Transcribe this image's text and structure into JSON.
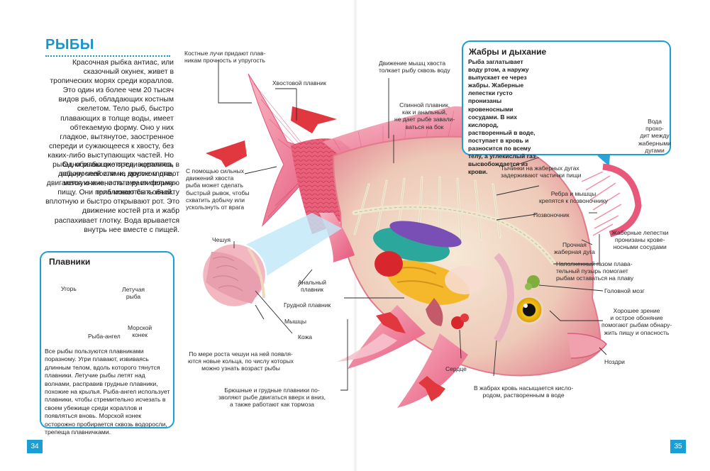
{
  "page": {
    "title": "РЫБЫ",
    "intro_paragraphs": [
      "Красочная рыбка антиас, или сказочный окунек, живет в тропических морях среди кораллов. Это один из более чем 20 тысяч видов рыб, обладающих костным скелетом. Тело рыб, быстро плавающих в толще воды, имеет обтекаемую форму. Оно у них гладкое, вытянутое, заостренное спереди и сужающееся к хвосту, без каких-либо выступающих частей. Но рыбы, обитающие среди кораллов, водорослей или на морском дне, двигаются иначе, и потому их форма тела может быть иной."
    ],
    "intro_paragraph_2": "Одни рыбы охотятся, вцепляясь в добычу челюстями, другие глотают мелкую живность и растительную пищу. Они приближаются к объекту вплотную и быстро открывают рот. Это движение костей рта и жабр распахивает глотку. Вода врывается внутрь нее вместе с пищей.",
    "page_left": "34",
    "page_right": "35"
  },
  "fins_box": {
    "title": "Плавники",
    "labels": {
      "eel": "Угорь",
      "flying_fish": "Летучая\nрыба",
      "angelfish": "Рыба-ангел",
      "seahorse": "Морской\nконек"
    },
    "text": "Все рыбы пользуются плавниками поразному. Угри плавают, извиваясь длинным телом, вдоль которого тянутся плавники. Летучие рыбы летят над волнами, расправив грудные плавники, похожие на крылья. Рыба-ангел использует плавники, чтобы стремительно исчезать в своем убежище среди кораллов и появляться вновь. Морской конек осторожно пробирается сквозь водоросли, трепеща плавничками."
  },
  "gills_box": {
    "title": "Жабры и дыхание",
    "text": "Рыба заглатывает воду ртом, а наружу выпускает ее через жабры. Жаберные лепестки густо пронизаны кровеносными сосудами. В них кислород, растворенный в воде, поступает в кровь и разносится по всему телу, а углекислый газ высвобождается из крови.",
    "water_label": "Вода\nпрохо-\nдит между\nжаберными\nдугами"
  },
  "labels": {
    "fin_rays": "Костные лучи придают плав-\nникам прочность и упругость",
    "tail_fin": "Хвостовой плавник",
    "tail_muscles": "Движение мышц хвоста\nтолкает рыбу сквозь воду",
    "dorsal_fin": "Спинной плавник,\nкак и анальный,\nне дает рыбе завали-\nваться на бок",
    "tail_burst": "С помощью сильных\nдвижений хвоста\nрыба может сделать\nбыстрый рывок, чтобы\nсхватить добычу или\nускользнуть от врага",
    "scales": "Чешуя",
    "anal_fin": "Анальный\nплавник",
    "pectoral_fin": "Грудной плавник",
    "muscles": "Мышцы",
    "skin": "Кожа",
    "scale_rings": "По мере роста чешуи на ней появля-\nются новые кольца, по числу которых\nможно узнать возраст рыбы",
    "belly_fins": "Брюшные и грудные плавники по-\nзволяют рыбе двигаться вверх и вниз,\nа также работают как тормоза",
    "gill_rakers": "Тычинки на жаберных дугах\nзадерживают частички пищи",
    "ribs": "Ребра и мышцы\nкрепятся к позвоночнику",
    "spine": "Позвоночник",
    "gill_arch": "Прочная\nжаберная дуга",
    "gill_filaments": "Жаберные лепестки\nпронизаны крове-\nносными сосудами",
    "swim_bladder": "Наполненный газом плава-\nтельный пузырь помогает\nрыбам оставаться на плаву",
    "brain": "Головной мозг",
    "senses": "Хорошее зрение\nи острое обоняние\nпомогают рыбам обнару-\nжить пищу и опасность",
    "nostrils": "Ноздри",
    "heart": "Сердце",
    "gills_oxygen": "В жабрах кровь насыщается кисло-\nродом, растворенным в воде"
  },
  "colors": {
    "accent": "#1b9ed3",
    "arrow_red": "#e0383e",
    "fish_pink": "#e9607a"
  }
}
